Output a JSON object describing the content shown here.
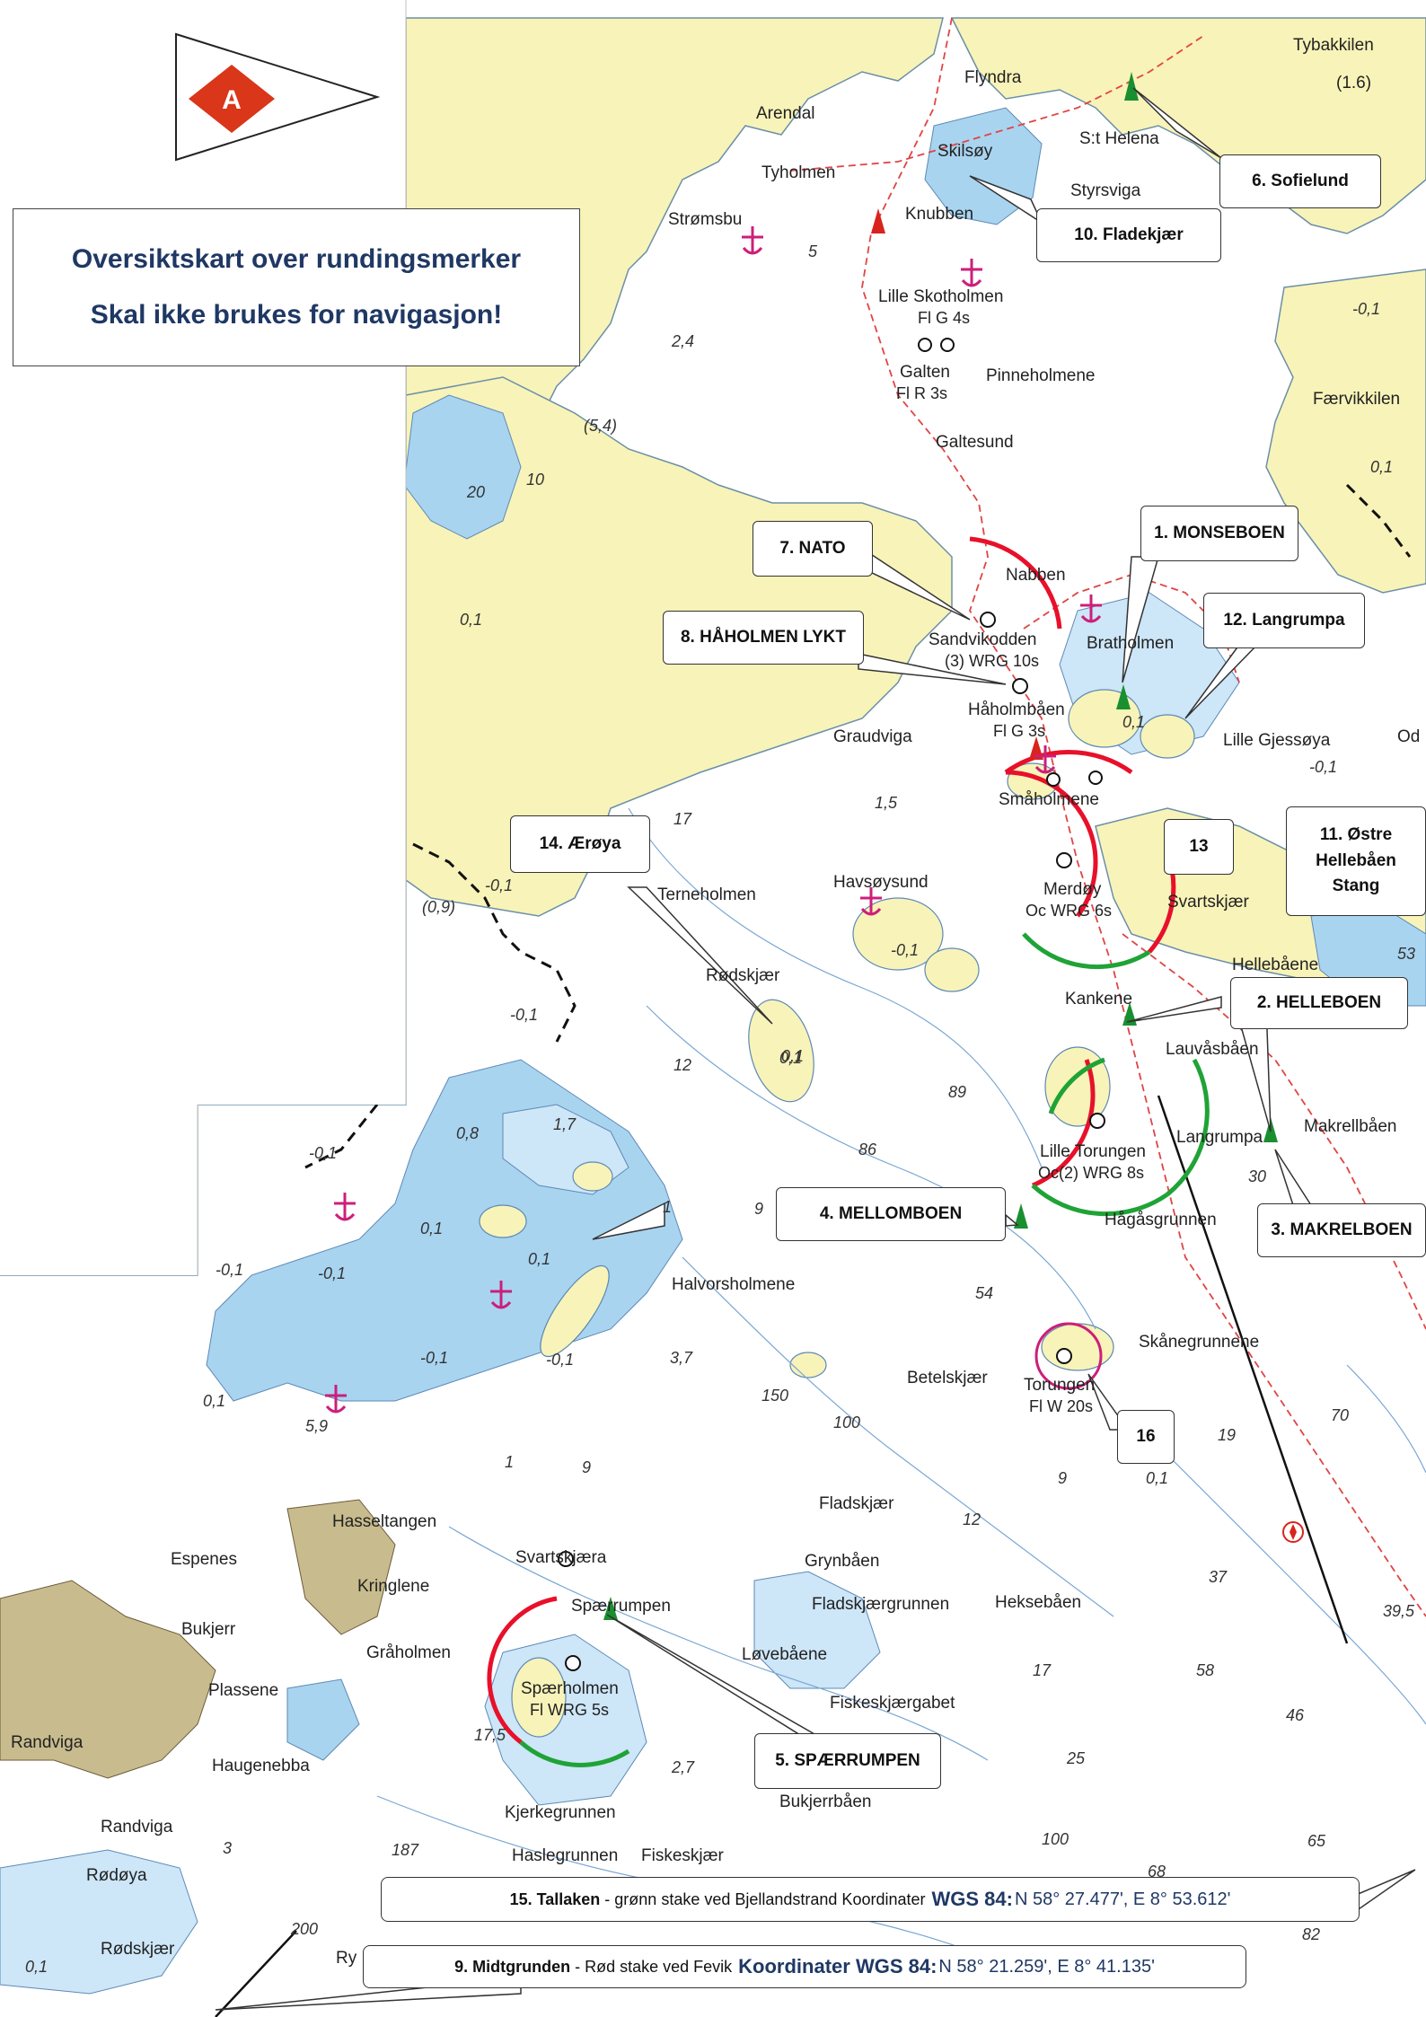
{
  "title": {
    "line1": "Oversiktskart over rundingsmerker",
    "line2": "Skal ikke brukes for navigasjon!"
  },
  "flag": {
    "letter": "A",
    "color": "#d9361a"
  },
  "colors": {
    "land": "#f8f3b8",
    "shallow": "#a8d4f0",
    "deep_shallow": "#cde6f8",
    "sea": "#ffffff",
    "route": "#e04444",
    "anchor": "#cc1f7a",
    "sector_red": "#e8102a",
    "sector_green": "#1fa336",
    "buoy_green": "#1a8f30",
    "buoy_red": "#d8241c"
  },
  "callouts": {
    "c1": "1. MONSEBOEN",
    "c2": "2. HELLEBOEN",
    "c3": "3. MAKRELBOEN",
    "c4": "4. MELLOMBOEN",
    "c5": "5. SPÆRRUMPEN",
    "c6": "6. Sofielund",
    "c7": "7. NATO",
    "c8": "8. HÅHOLMEN LYKT",
    "c10": "10. Fladekjær",
    "c11a": "11. Østre",
    "c11b": "Hellebåen",
    "c11c": "Stang",
    "c12": "12. Langrumpa",
    "c13": "13",
    "c14": "14. Ærøya",
    "c16": "16"
  },
  "info15": {
    "label": "15. Tallaken",
    "desc": " - grønn stake ved Bjellandstrand Koordinater ",
    "wgs": "WGS 84:",
    "coord": "N 58° 27.477', E 8° 53.612'"
  },
  "info9": {
    "label": "9. Midtgrunden",
    "desc": " - Rød stake ved Fevik ",
    "wgs": "Koordinater WGS 84:",
    "coord": "N 58° 21.259', E 8° 41.135'"
  },
  "places": {
    "flyndra": "Flyndra",
    "tybakkilen": "Tybakkilen",
    "tyb_depth": "(1.6)",
    "arendal": "Arendal",
    "tyholmen": "Tyholmen",
    "skilsoy": "Skilsøy",
    "sthelena": "S:t Helena",
    "styrsviga": "Styrsviga",
    "stromsbu": "Strømsbu",
    "knubben": "Knubben",
    "lilleskot": "Lille Skotholmen",
    "lilleskot_light": "Fl G 4s",
    "galten": "Galten",
    "galten_light": "Fl R 3s",
    "pinneholmene": "Pinneholmene",
    "farvikkilen": "Færvikkilen",
    "galtesund": "Galtesund",
    "nabben": "Nabben",
    "sandvikodden": "Sandvikodden",
    "sandvik_light": "(3) WRG 10s",
    "bratholmen": "Bratholmen",
    "haholmbaen": "Håholmbåen",
    "haholm_light": "Fl G 3s",
    "graudviga": "Graudviga",
    "lillegjessoya": "Lille Gjessøya",
    "od": "Od",
    "smaholmene": "Småholmene",
    "merdoy": "Merdøy",
    "merdoy_light": "Oc WRG 6s",
    "havsoysund": "Havsøysund",
    "terneholmen": "Terneholmen",
    "rodskjaer1": "Rødskjær",
    "svartskjaer": "Svartskjær",
    "hellebaene": "Hellebåene",
    "kankene": "Kankene",
    "lauvasbaen": "Lauvåsbåen",
    "langrumpa": "Langrumpa",
    "makrellbaen": "Makrellbåen",
    "lilletorungen": "Lille Torungen",
    "lilletor_light": "Oc(2) WRG 8s",
    "hagasgrunnen": "Hågåsgrunnen",
    "halvorsholmene": "Halvorsholmene",
    "skanegrunnene": "Skånegrunnene",
    "betelskjaer": "Betelskjær",
    "torungen": "Torungen",
    "torungen_light": "Fl W 20s",
    "fladskjaer": "Fladskjær",
    "grynbaen": "Grynbåen",
    "hasseltangen": "Hasseltangen",
    "espenes": "Espenes",
    "svartskjaera": "Svartskjæra",
    "kringlene": "Kringlene",
    "sparrumpen": "Spærrumpen",
    "bukjerr": "Bukjerr",
    "graholmen": "Gråholmen",
    "fladskjaergrunnen": "Fladskjærgrunnen",
    "heksebaen": "Heksebåen",
    "lovebaene": "Løvebåene",
    "plassene": "Plassene",
    "sparholmen": "Spærholmen",
    "sparholmen_light": "Fl WRG 5s",
    "fiskeskjaergabet": "Fiskeskjærgabet",
    "randviga1": "Randviga",
    "haugenebba": "Haugenebba",
    "randviga2": "Randviga",
    "kjerkegrunnen": "Kjerkegrunnen",
    "bukjerrbaen": "Bukjerrbåen",
    "haslegrunnen": "Haslegrunnen",
    "fiskeskjaer": "Fiskeskjær",
    "rodoya": "Rødøya",
    "rodskjaer2": "Rødskjær",
    "ry": "Ry"
  },
  "depths": {
    "d1": "5",
    "d2": "2,4",
    "d3": "(5,4)",
    "d4": "20",
    "d5": "10",
    "d6": "0,1",
    "d7": "-0,1",
    "d8": "0,1",
    "d9": "1,5",
    "d10": "17",
    "d11": "0,1",
    "d12": "-0,1",
    "d13": "(0,9)",
    "d14": "-0,1",
    "d15": "12",
    "d16": "0,1",
    "d17": "89",
    "d18": "86",
    "d19": "1,7",
    "d20": "0,8",
    "d21": "-0,1",
    "d22": "0,1",
    "d23": "0,1",
    "d24": "1",
    "d25": "9",
    "d26": "-0,1",
    "d27": "-0,1",
    "d28": "-0,1",
    "d29": "3,7",
    "d30": "-0,1",
    "d31": "0,1",
    "d32": "5,9",
    "d33": "54",
    "d34": "1",
    "d35": "9",
    "d36": "9",
    "d37": "12",
    "d38": "70",
    "d39": "19",
    "d40": "37",
    "d41": "58",
    "d42": "46",
    "d43": "39,5",
    "d44": "17",
    "d45": "25",
    "d46": "17,5",
    "d47": "2,7",
    "d48": "187",
    "d49": "3",
    "d50": "65",
    "d51": "68",
    "d52": "82",
    "d53": "0,1",
    "d54": "-0,1",
    "d55": "53",
    "d56": "30",
    "d57": "150",
    "d58": "100",
    "d59": "200",
    "d60": "-0,1",
    "d61": "0,1",
    "d62": "0,1",
    "d63": "100"
  }
}
